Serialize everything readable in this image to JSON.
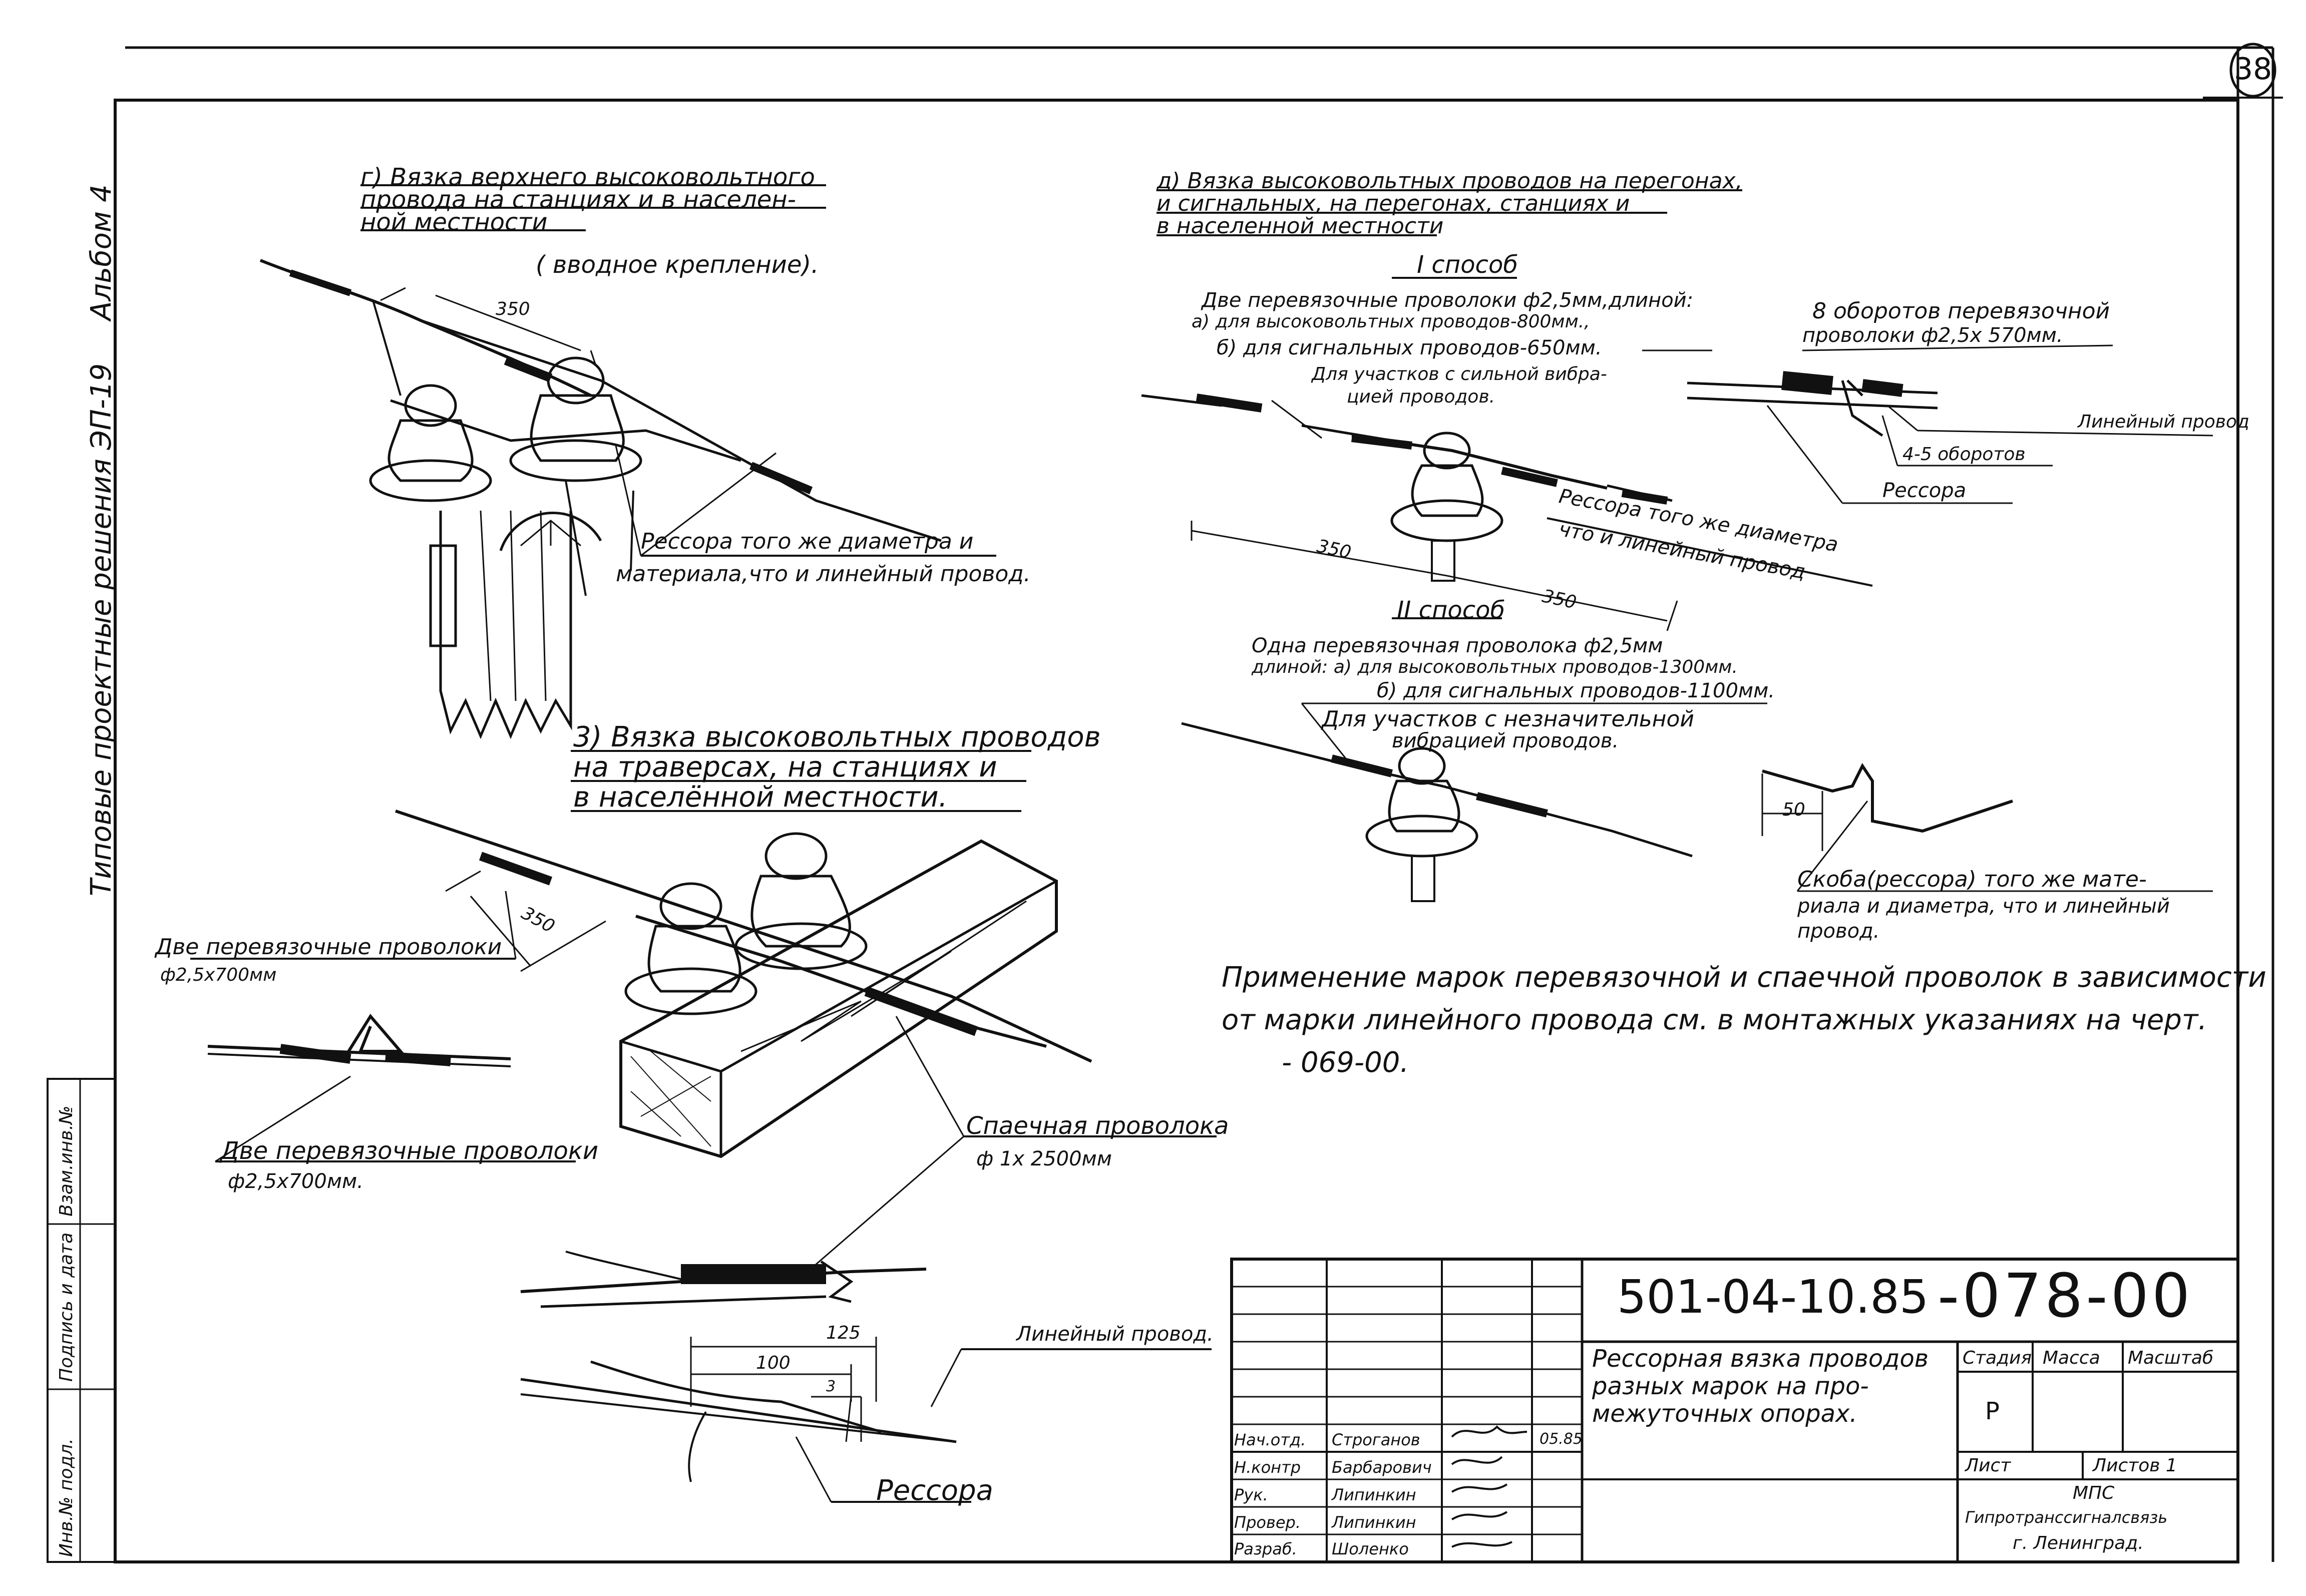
{
  "sheet_number": "38",
  "side_series": "Типовые проектные решения ЭП-19",
  "side_album": "Альбом 4",
  "section_g": {
    "title_lines": [
      "г) Вязка верхнего высоковольтного",
      "провода на станциях и в населен-",
      "ной местности"
    ],
    "subtitle": "( вводное крепление).",
    "dim": "350",
    "note_lines": [
      "Рессора того же диаметра и",
      "материала,что и линейный провод."
    ]
  },
  "section_v": {
    "title_lines": [
      "3) Вязка высоковольтных проводов",
      "на траверсах, на станциях и",
      "в населённой местности."
    ],
    "dim": "350",
    "note_tie_top_lines": [
      "Две перевязочные проволоки",
      "ф2,5х700мм"
    ],
    "note_tie_bottom_lines": [
      "Две перевязочные проволоки",
      "ф2,5х700мм."
    ],
    "note_splice_lines": [
      "Спаечная проволока",
      "ф 1х 2500мм"
    ],
    "note_line_wire": "Линейный провод.",
    "dim_125": "125",
    "dim_100": "100",
    "dim_3": "3",
    "note_spring": "Рессора"
  },
  "section_d": {
    "title_lines": [
      "д) Вязка высоковольтных проводов на перегонах,",
      "и сигнальных, на перегонах, станциях и",
      "в населенной местности"
    ],
    "method1_title": "I способ",
    "method1_lines": [
      "Две перевязочные проволоки ф2,5мм,длиной:",
      "а) для высоковольтных проводов-800мм.,",
      "б) для сигнальных проводов-650мм.",
      "Для участков с сильной вибра-",
      "цией проводов."
    ],
    "turns_lines": [
      "8 оборотов перевязочной",
      "проволоки ф2,5х 570мм."
    ],
    "label_line_wire": "Линейный провод",
    "label_turns_45": "4-5 оборотов",
    "label_spring": "Рессора",
    "spring_note_lines": [
      "Рессора того же диаметра",
      "что и линейный провод"
    ],
    "dim_350_a": "350",
    "dim_350_b": "350",
    "method2_title": "II способ",
    "method2_lines": [
      "Одна перевязочная проволока ф2,5мм",
      "длиной: а) для высоковольтных проводов-1300мм.",
      "б) для сигнальных проводов-1100мм.",
      "Для участков с незначительной",
      "вибрацией проводов."
    ],
    "dim_50": "50",
    "clip_note_lines": [
      "Скоба(рессора) того же мате-",
      "риала и диаметра, что и линейный",
      "провод."
    ]
  },
  "application_note_lines": [
    "Применение марок перевязочной и спаечной проволок в зависимости",
    "от марки линейного провода см. в монтажных указаниях на черт.",
    "- 069-00."
  ],
  "title_block": {
    "doc_code": "501-04-10.85",
    "drawing_no": "-078-00",
    "name_lines": [
      "Рессорная вязка проводов",
      "разных марок на про-",
      "межуточных опорах."
    ],
    "col_stage": "Стадия",
    "col_mass": "Масса",
    "col_scale": "Масштаб",
    "stage_value": "Р",
    "sheet_label": "Лист",
    "sheets_label": "Листов 1",
    "org_lines": [
      "МПС",
      "Гипротранссигналсвязь",
      "г. Ленинград."
    ],
    "date": "05.85",
    "signers": [
      {
        "role": "Нач.отд.",
        "name": "Строганов"
      },
      {
        "role": "Н.контр",
        "name": "Барбарович"
      },
      {
        "role": "Рук.",
        "name": "Липинкин"
      },
      {
        "role": "Провер.",
        "name": "Липинкин"
      },
      {
        "role": "Разраб.",
        "name": "Шоленко"
      }
    ]
  },
  "left_strip": [
    "Взам.инв.№",
    "Подпись и дата",
    "Инв.№ подл."
  ]
}
